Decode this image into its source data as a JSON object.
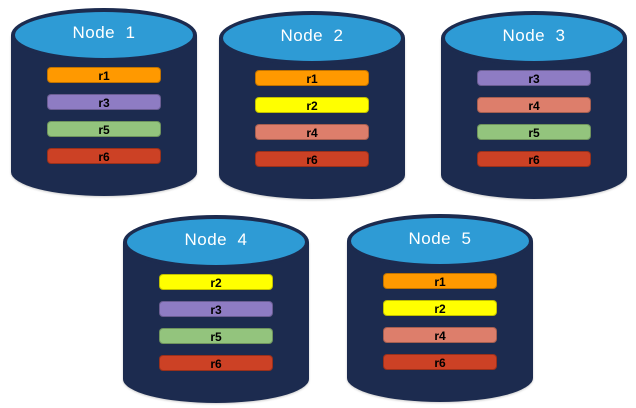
{
  "diagram": {
    "description": "Database nodes with replica placement",
    "page_bg": "#FFFFFF"
  },
  "colors": {
    "cylinder_body": "#1C2B4F",
    "cylinder_top": "#2E9BD5",
    "title_text": "#FFFFFF",
    "bar_text": "#000000"
  },
  "palette": {
    "r1": "#FF9900",
    "r2": "#FFFF00",
    "r3": "#8E7CC3",
    "r4": "#DD7E6B",
    "r5": "#93C47D",
    "r6": "#CC4125"
  },
  "nodes": [
    {
      "title": "Node  1",
      "replicas": [
        "r1",
        "r3",
        "r5",
        "r6"
      ]
    },
    {
      "title": "Node  2",
      "replicas": [
        "r1",
        "r2",
        "r4",
        "r6"
      ]
    },
    {
      "title": "Node  3",
      "replicas": [
        "r3",
        "r4",
        "r5",
        "r6"
      ]
    },
    {
      "title": "Node  4",
      "replicas": [
        "r2",
        "r3",
        "r5",
        "r6"
      ]
    },
    {
      "title": "Node  5",
      "replicas": [
        "r1",
        "r2",
        "r4",
        "r6"
      ]
    }
  ]
}
